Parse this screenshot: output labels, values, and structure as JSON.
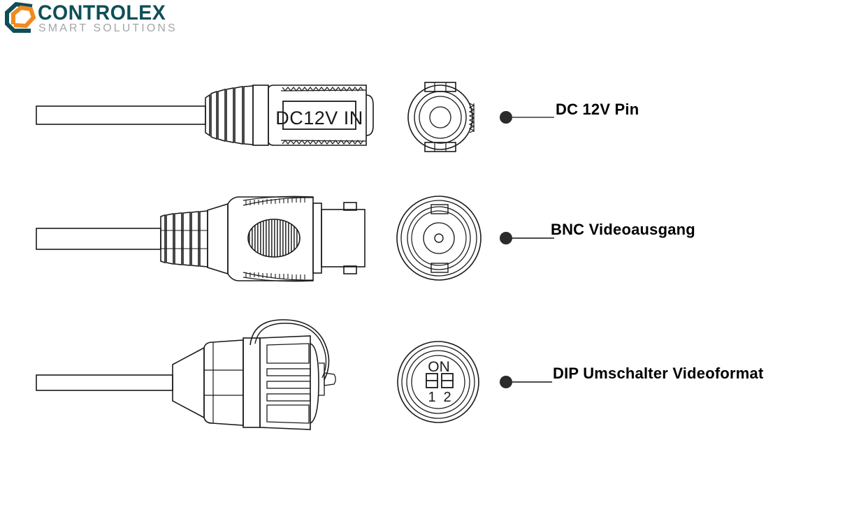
{
  "brand": {
    "name": "CONTROLEX",
    "tagline": "SMART SOLUTIONS",
    "mark_icon": "hexagon-logo-icon",
    "colors": {
      "teal": "#0e4f56",
      "orange": "#f08a1e",
      "tagline_gray": "#a3a6a8"
    }
  },
  "diagram": {
    "line_color": "#1a1a1a",
    "background": "#ffffff",
    "connectors": [
      {
        "id": "dc",
        "side_view_name": "dc-power-connector-side-view",
        "front_view_name": "dc-power-connector-front-view",
        "body_marking": "DC12V IN",
        "callout": "DC 12V Pin"
      },
      {
        "id": "bnc",
        "side_view_name": "bnc-connector-side-view",
        "front_view_name": "bnc-connector-front-view",
        "body_marking": "",
        "callout": "BNC Videoausgang"
      },
      {
        "id": "dip",
        "side_view_name": "dip-switch-connector-side-view",
        "front_view_name": "dip-switch-front-view",
        "body_marking": "",
        "callout": "DIP Umschalter Videoformat",
        "dip_face": {
          "on_label": "ON",
          "switch_labels": [
            "1",
            "2"
          ]
        }
      }
    ]
  }
}
